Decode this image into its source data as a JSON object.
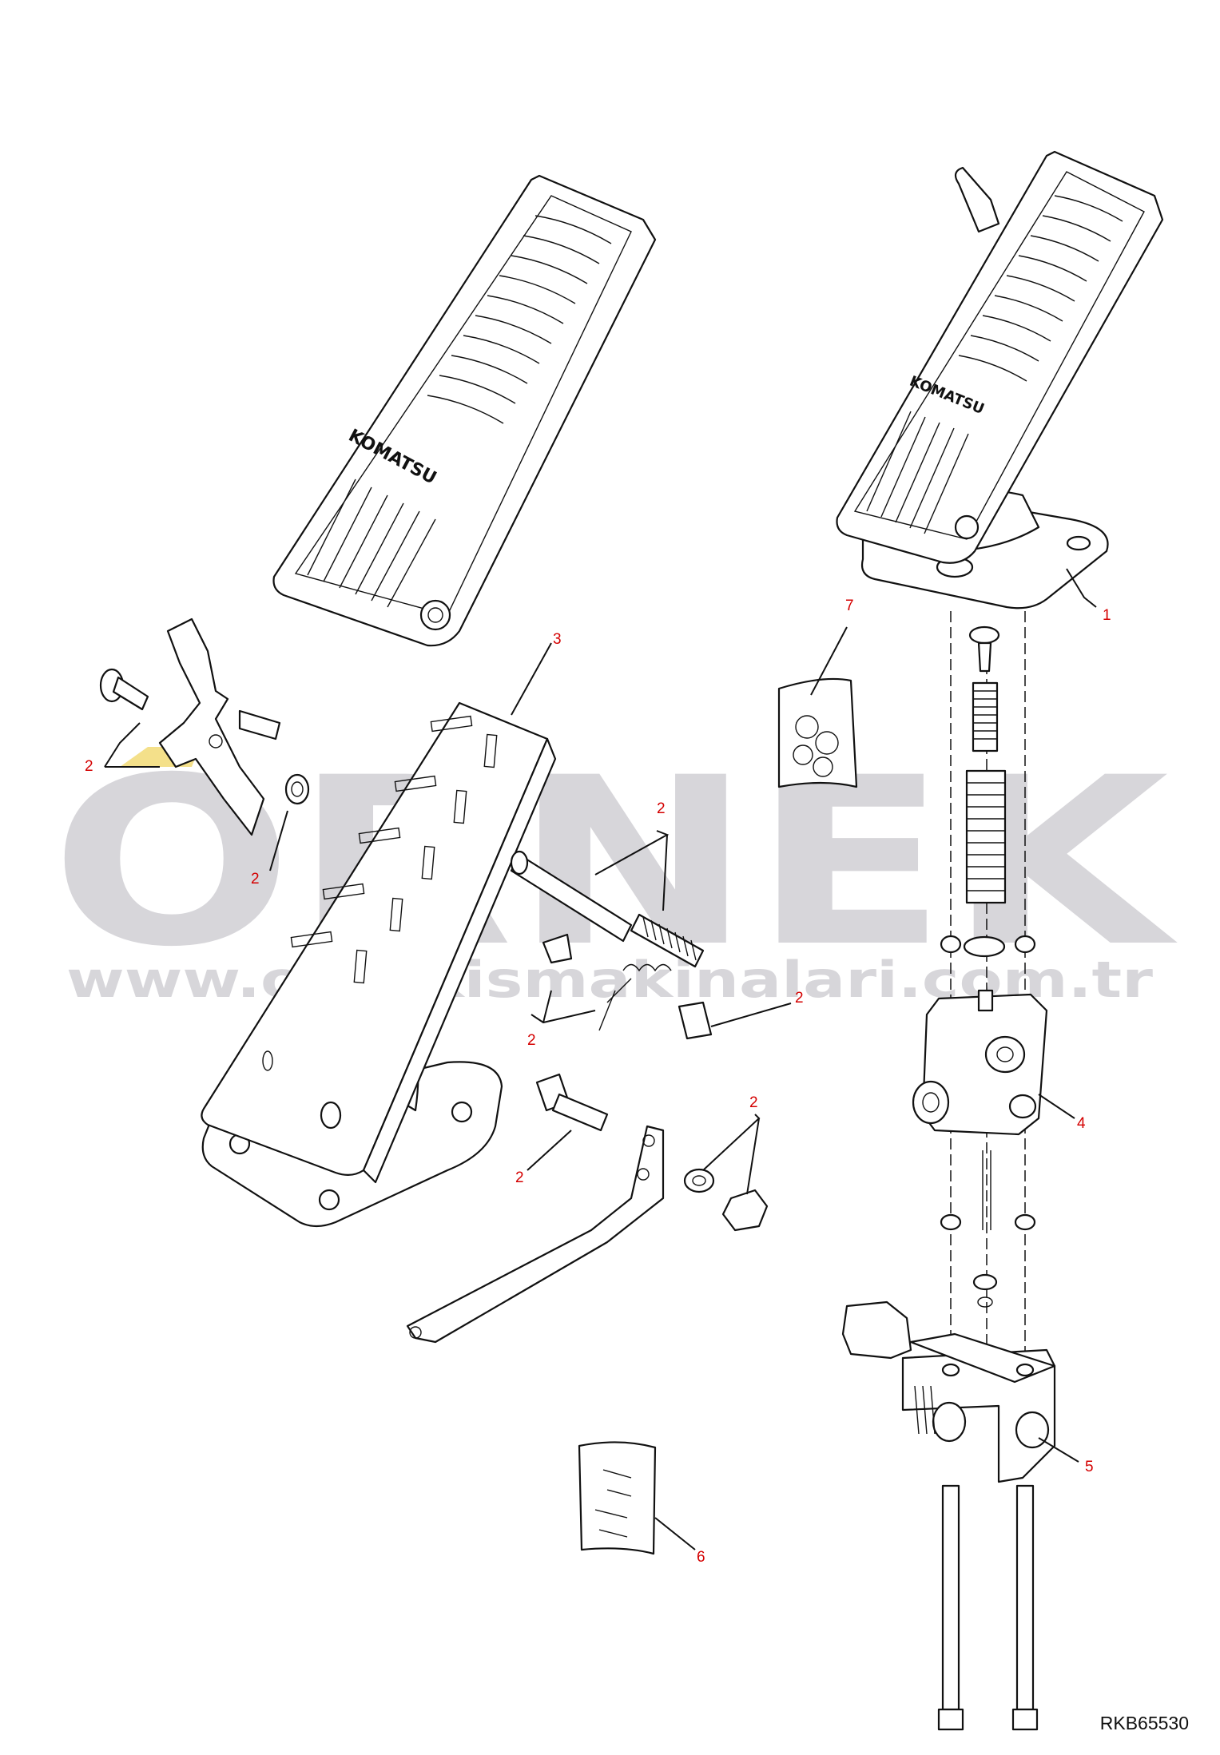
{
  "watermark": {
    "brand": "ORNEK",
    "url": "www.ornekismakinalari.com.tr"
  },
  "drawing_code": "RKB65530",
  "pedal_brand": "KOMATSU",
  "callouts": [
    {
      "id": "callout-1",
      "text": "1"
    },
    {
      "id": "callout-2-a",
      "text": "2"
    },
    {
      "id": "callout-2-b",
      "text": "2"
    },
    {
      "id": "callout-2-c",
      "text": "2"
    },
    {
      "id": "callout-2-d",
      "text": "2"
    },
    {
      "id": "callout-2-e",
      "text": "2"
    },
    {
      "id": "callout-2-f",
      "text": "2"
    },
    {
      "id": "callout-2-g",
      "text": "2"
    },
    {
      "id": "callout-3",
      "text": "3"
    },
    {
      "id": "callout-4",
      "text": "4"
    },
    {
      "id": "callout-5",
      "text": "5"
    },
    {
      "id": "callout-6",
      "text": "6"
    },
    {
      "id": "callout-7",
      "text": "7"
    }
  ],
  "colors": {
    "callout": "#d40000",
    "watermark": "#d7d6da",
    "line": "#111111"
  }
}
